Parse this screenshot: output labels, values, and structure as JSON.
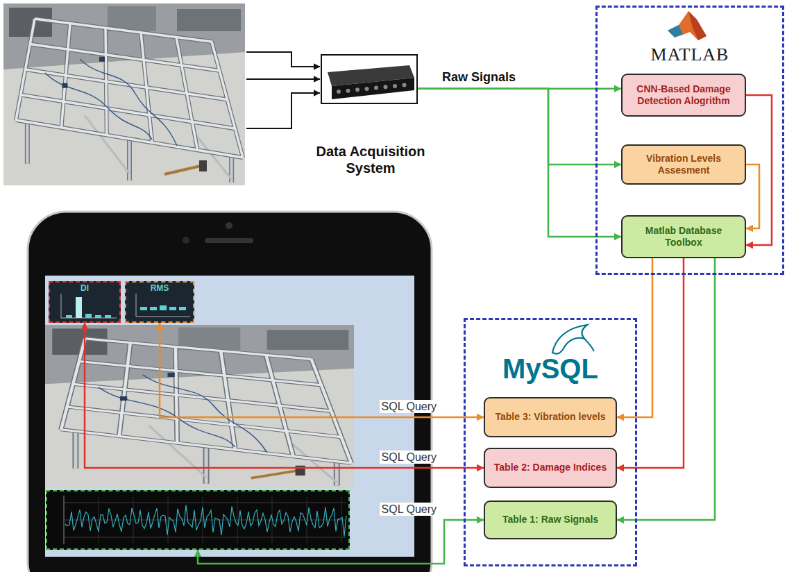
{
  "diagram": {
    "nodes": [
      {
        "text": [
          "Data Acquisition System"
        ]
      },
      {
        "text": [
          "MATLAB"
        ]
      },
      {
        "text": [
          "CNN-Based Damage Detection Alogrithm"
        ],
        "in": 1
      },
      {
        "text": [
          "Vibration Levels Assesment"
        ],
        "in": 1
      },
      {
        "text": [
          "Matlab Database Toolbox"
        ],
        "in": 1
      },
      {
        "text": [
          "DI"
        ]
      },
      {
        "text": [
          "RMS"
        ]
      },
      {
        "text": [
          "MySQL"
        ]
      },
      {
        "text": [
          "Table 3: Vibration levels"
        ],
        "in": 7
      },
      {
        "text": [
          "Table 2: Damage Indices"
        ],
        "in": 7
      },
      {
        "text": [
          "Table 1: Raw Signals"
        ],
        "in": 7
      },
      {
        "text": []
      }
    ],
    "edges": [
      {
        "from": 0,
        "to": 2,
        "arrow": "to",
        "label": "Raw Signals"
      },
      {
        "from": 0,
        "to": 3,
        "arrow": "to"
      },
      {
        "from": 0,
        "to": 4,
        "arrow": "to"
      },
      {
        "from": 2,
        "to": 4,
        "arrow": "to"
      },
      {
        "from": 3,
        "to": 4,
        "arrow": "to"
      },
      {
        "from": 4,
        "to": 8,
        "arrow": "to"
      },
      {
        "from": 4,
        "to": 9,
        "arrow": "to"
      },
      {
        "from": 4,
        "to": 10,
        "arrow": "to"
      },
      {
        "from": 6,
        "to": 8,
        "arrow": "both",
        "label": "SQL Query"
      },
      {
        "from": 5,
        "to": 9,
        "arrow": "both",
        "label": "SQL Query"
      },
      {
        "from": 11,
        "to": 10,
        "arrow": "both",
        "label": "SQL Query"
      }
    ]
  }
}
